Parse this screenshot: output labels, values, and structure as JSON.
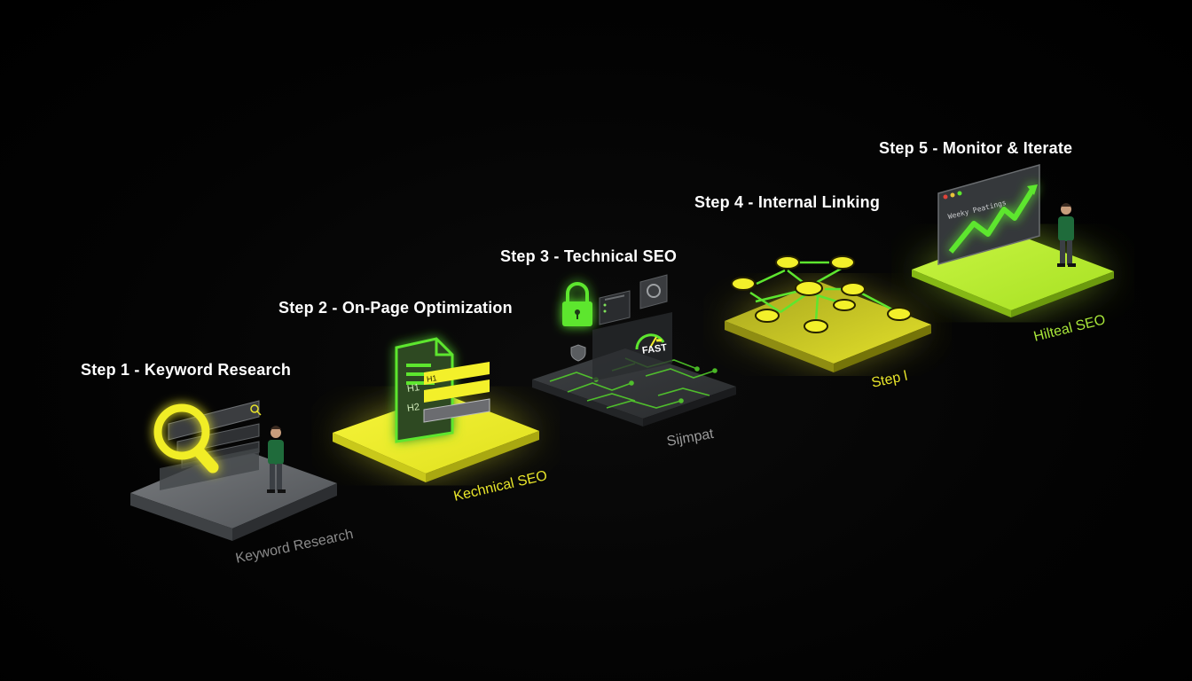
{
  "steps": [
    {
      "title": "Step 1 - Keyword Research",
      "caption": "Keyword Research"
    },
    {
      "title": "Step 2 - On-Page Optimization",
      "caption": "Kechnical SEO"
    },
    {
      "title": "Step 3 - Technical SEO",
      "caption": "Sijmpat"
    },
    {
      "title": "Step 4 - Internal Linking",
      "caption": "Step l"
    },
    {
      "title": "Step 5 - Monitor & Iterate",
      "caption": "Hilteal SEO"
    }
  ],
  "step2_doc": {
    "tag1": "H1",
    "tag2": "H1",
    "tag3": "H2"
  },
  "step3_speed_label": "FAST",
  "step5_chart_label": "Weeky Peatings",
  "colors": {
    "background": "#000000",
    "accent_yellow": "#f3f02a",
    "accent_green": "#5de62f",
    "lime": "#c8f23a",
    "slab_gray": "#55585c",
    "text_white": "#ffffff",
    "caption_gray": "#8a8a8a"
  }
}
